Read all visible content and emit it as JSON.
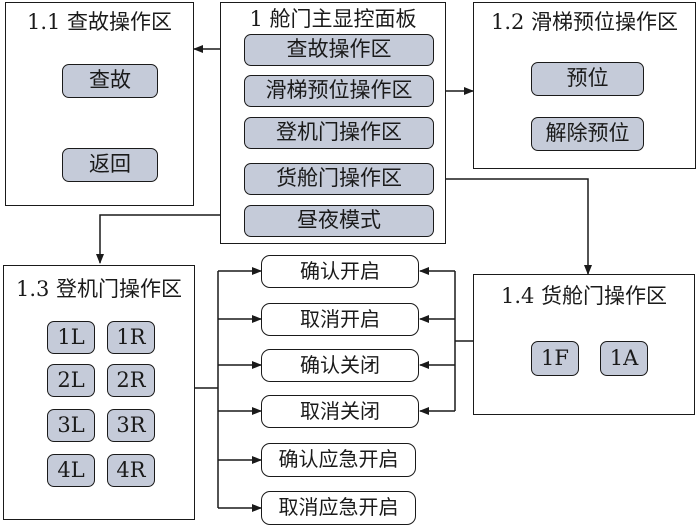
{
  "main_panel": {
    "title": "1 舱门主显控面板",
    "buttons": [
      "查故操作区",
      "滑梯预位操作区",
      "登机门操作区",
      "货舱门操作区",
      "昼夜模式"
    ]
  },
  "fault_panel": {
    "title": "1.1 查故操作区",
    "buttons": [
      "查故",
      "返回"
    ]
  },
  "slide_panel": {
    "title": "1.2 滑梯预位操作区",
    "buttons": [
      "预位",
      "解除预位"
    ]
  },
  "boarding_panel": {
    "title": "1.3 登机门操作区",
    "doors": [
      "1L",
      "1R",
      "2L",
      "2R",
      "3L",
      "3R",
      "4L",
      "4R"
    ]
  },
  "cargo_panel": {
    "title": "1.4 货舱门操作区",
    "doors": [
      "1F",
      "1A"
    ]
  },
  "actions": [
    "确认开启",
    "取消开启",
    "确认关闭",
    "取消关闭",
    "确认应急开启",
    "取消应急开启"
  ]
}
